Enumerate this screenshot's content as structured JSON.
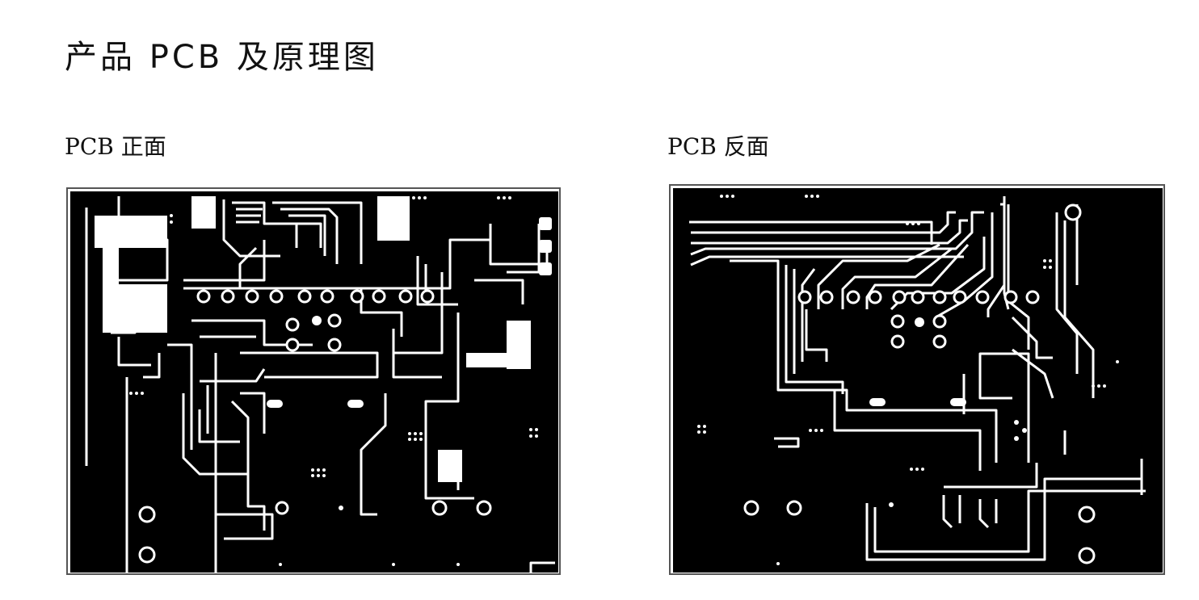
{
  "page": {
    "title": "产品 PCB 及原理图"
  },
  "sections": [
    {
      "id": "front",
      "label": "PCB 正面",
      "image": "pcb-front-layer-artwork"
    },
    {
      "id": "back",
      "label": "PCB 反面",
      "image": "pcb-back-layer-artwork"
    }
  ],
  "colors": {
    "copper": "#000000",
    "trace": "#ffffff",
    "border": "#555555",
    "text": "#111111"
  }
}
